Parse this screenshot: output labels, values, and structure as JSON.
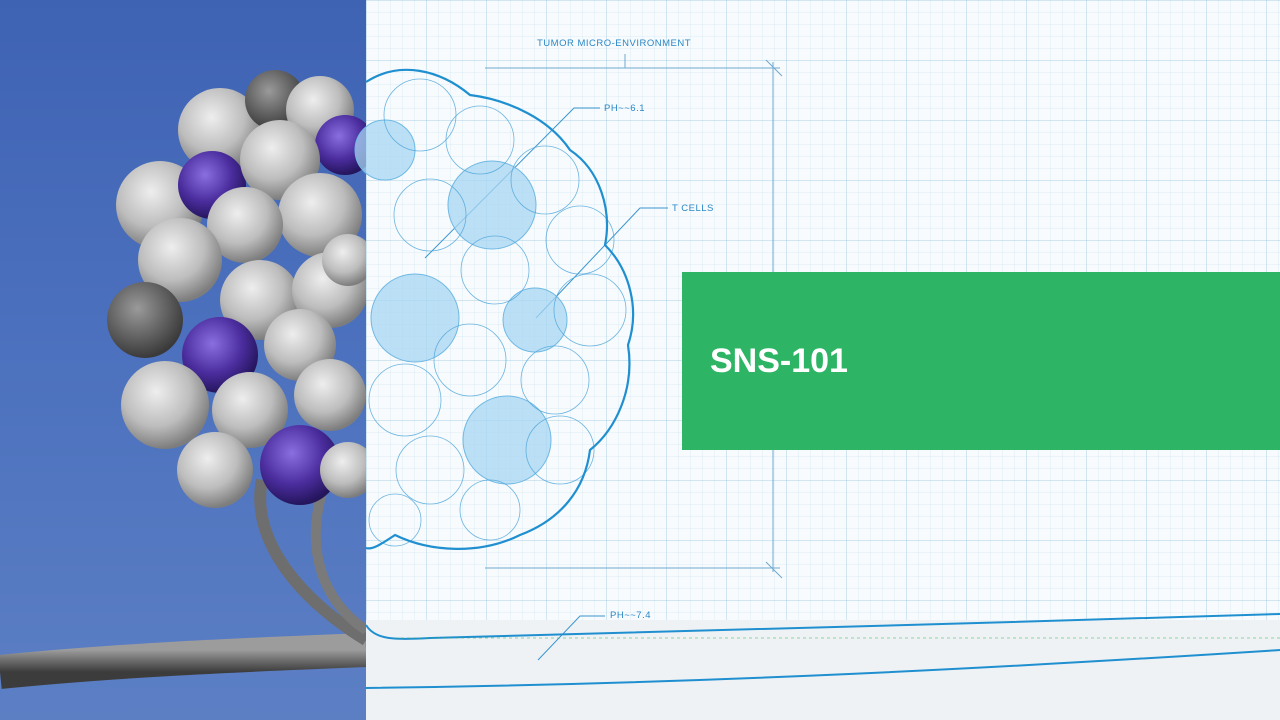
{
  "slide": {
    "title": "SNS-101"
  },
  "diagram": {
    "label_environment": "TUMOR MICRO-ENVIRONMENT",
    "label_ph_tumor": "PH~~6.1",
    "label_t_cells": "T CELLS",
    "label_ph_normal": "PH~~7.4"
  },
  "colors": {
    "banner": "#2db565",
    "line_blue": "#1f8fd0",
    "left_background": "#4b6fbb",
    "cell_gray": "#b8b8b8",
    "cell_purple": "#4b2d9e"
  }
}
